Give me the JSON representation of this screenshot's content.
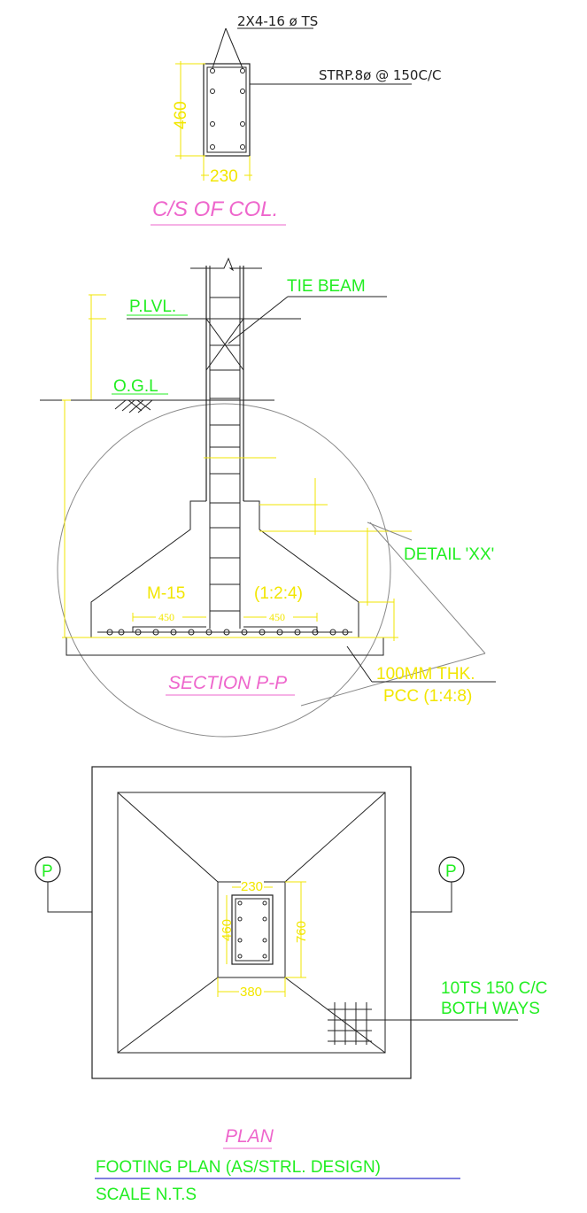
{
  "column_section": {
    "bars_label": "2X4-16 ø TS",
    "stirrup_label": "STRP.8ø @ 150C/C",
    "height_dim": "460",
    "width_dim": "230",
    "title": "C/S OF COL."
  },
  "section_pp": {
    "tie_beam": "TIE BEAM",
    "plinth_level": "P.LVL.",
    "ogl": "O.G.L",
    "detail": "DETAIL 'XX'",
    "concrete_grade": "M-15",
    "mix_ratio": "(1:2:4)",
    "dim_left": "450",
    "dim_right": "450",
    "pcc_line1": "100MM  THK.",
    "pcc_line2": "PCC (1:4:8)",
    "title": "SECTION  P-P"
  },
  "plan": {
    "marker_left": "P",
    "marker_right": "P",
    "dim_230": "230",
    "dim_460": "460",
    "dim_760": "760",
    "dim_380": "380",
    "rebar_line1": "10TS 150 C/C",
    "rebar_line2": "BOTH WAYS",
    "title": "PLAN"
  },
  "footer": {
    "footing_title": "FOOTING PLAN (AS/STRL. DESIGN)",
    "scale": "SCALE   N.T.S"
  },
  "colors": {
    "line": "#222222",
    "green": "#22ee22",
    "yellow": "#f2e600",
    "pink": "#ee66cc",
    "blue_underline": "#3333cc"
  }
}
